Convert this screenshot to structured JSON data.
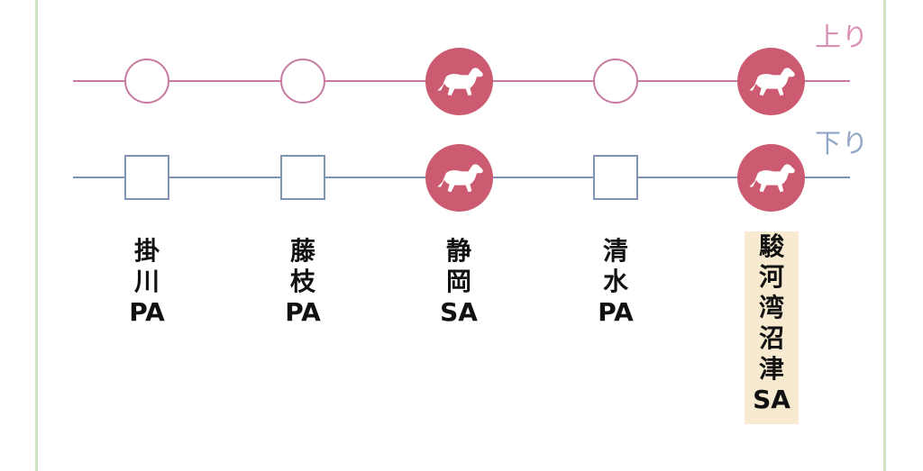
{
  "directions": {
    "up": "上り",
    "down": "下り"
  },
  "colors": {
    "up_line": "#c97aa0",
    "down_line": "#7f93b3",
    "dog_fill": "#cc5a70",
    "highlight": "#f8ead0"
  },
  "stations": [
    {
      "name_lines": [
        "掛",
        "川",
        "PA"
      ],
      "type": "PA",
      "dog": false
    },
    {
      "name_lines": [
        "藤",
        "枝",
        "PA"
      ],
      "type": "PA",
      "dog": false
    },
    {
      "name_lines": [
        "静",
        "岡",
        "SA"
      ],
      "type": "SA",
      "dog": true
    },
    {
      "name_lines": [
        "清",
        "水",
        "PA"
      ],
      "type": "PA",
      "dog": false
    },
    {
      "name_lines": [
        "駿",
        "河",
        "湾",
        "沼",
        "津",
        "SA"
      ],
      "type": "SA",
      "dog": true,
      "highlighted": true
    }
  ],
  "icons": {
    "dog": "dog-icon"
  }
}
